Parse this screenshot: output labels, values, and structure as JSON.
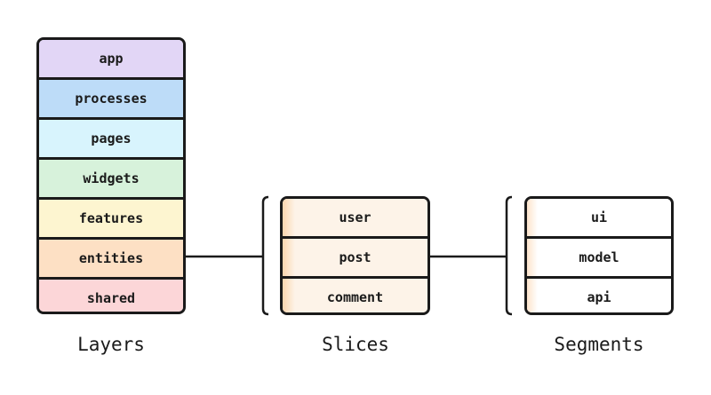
{
  "layers": {
    "title": "Layers",
    "items": [
      {
        "label": "app",
        "color": "#e2d6f6"
      },
      {
        "label": "processes",
        "color": "#bddcf8"
      },
      {
        "label": "pages",
        "color": "#d8f4fd"
      },
      {
        "label": "widgets",
        "color": "#d7f2db"
      },
      {
        "label": "features",
        "color": "#fdf5d0"
      },
      {
        "label": "entities",
        "color": "#fde0c4"
      },
      {
        "label": "shared",
        "color": "#fcd6d8"
      }
    ]
  },
  "slices": {
    "title": "Slices",
    "items": [
      {
        "label": "user"
      },
      {
        "label": "post"
      },
      {
        "label": "comment"
      }
    ]
  },
  "segments": {
    "title": "Segments",
    "items": [
      {
        "label": "ui"
      },
      {
        "label": "model"
      },
      {
        "label": "api"
      }
    ]
  }
}
